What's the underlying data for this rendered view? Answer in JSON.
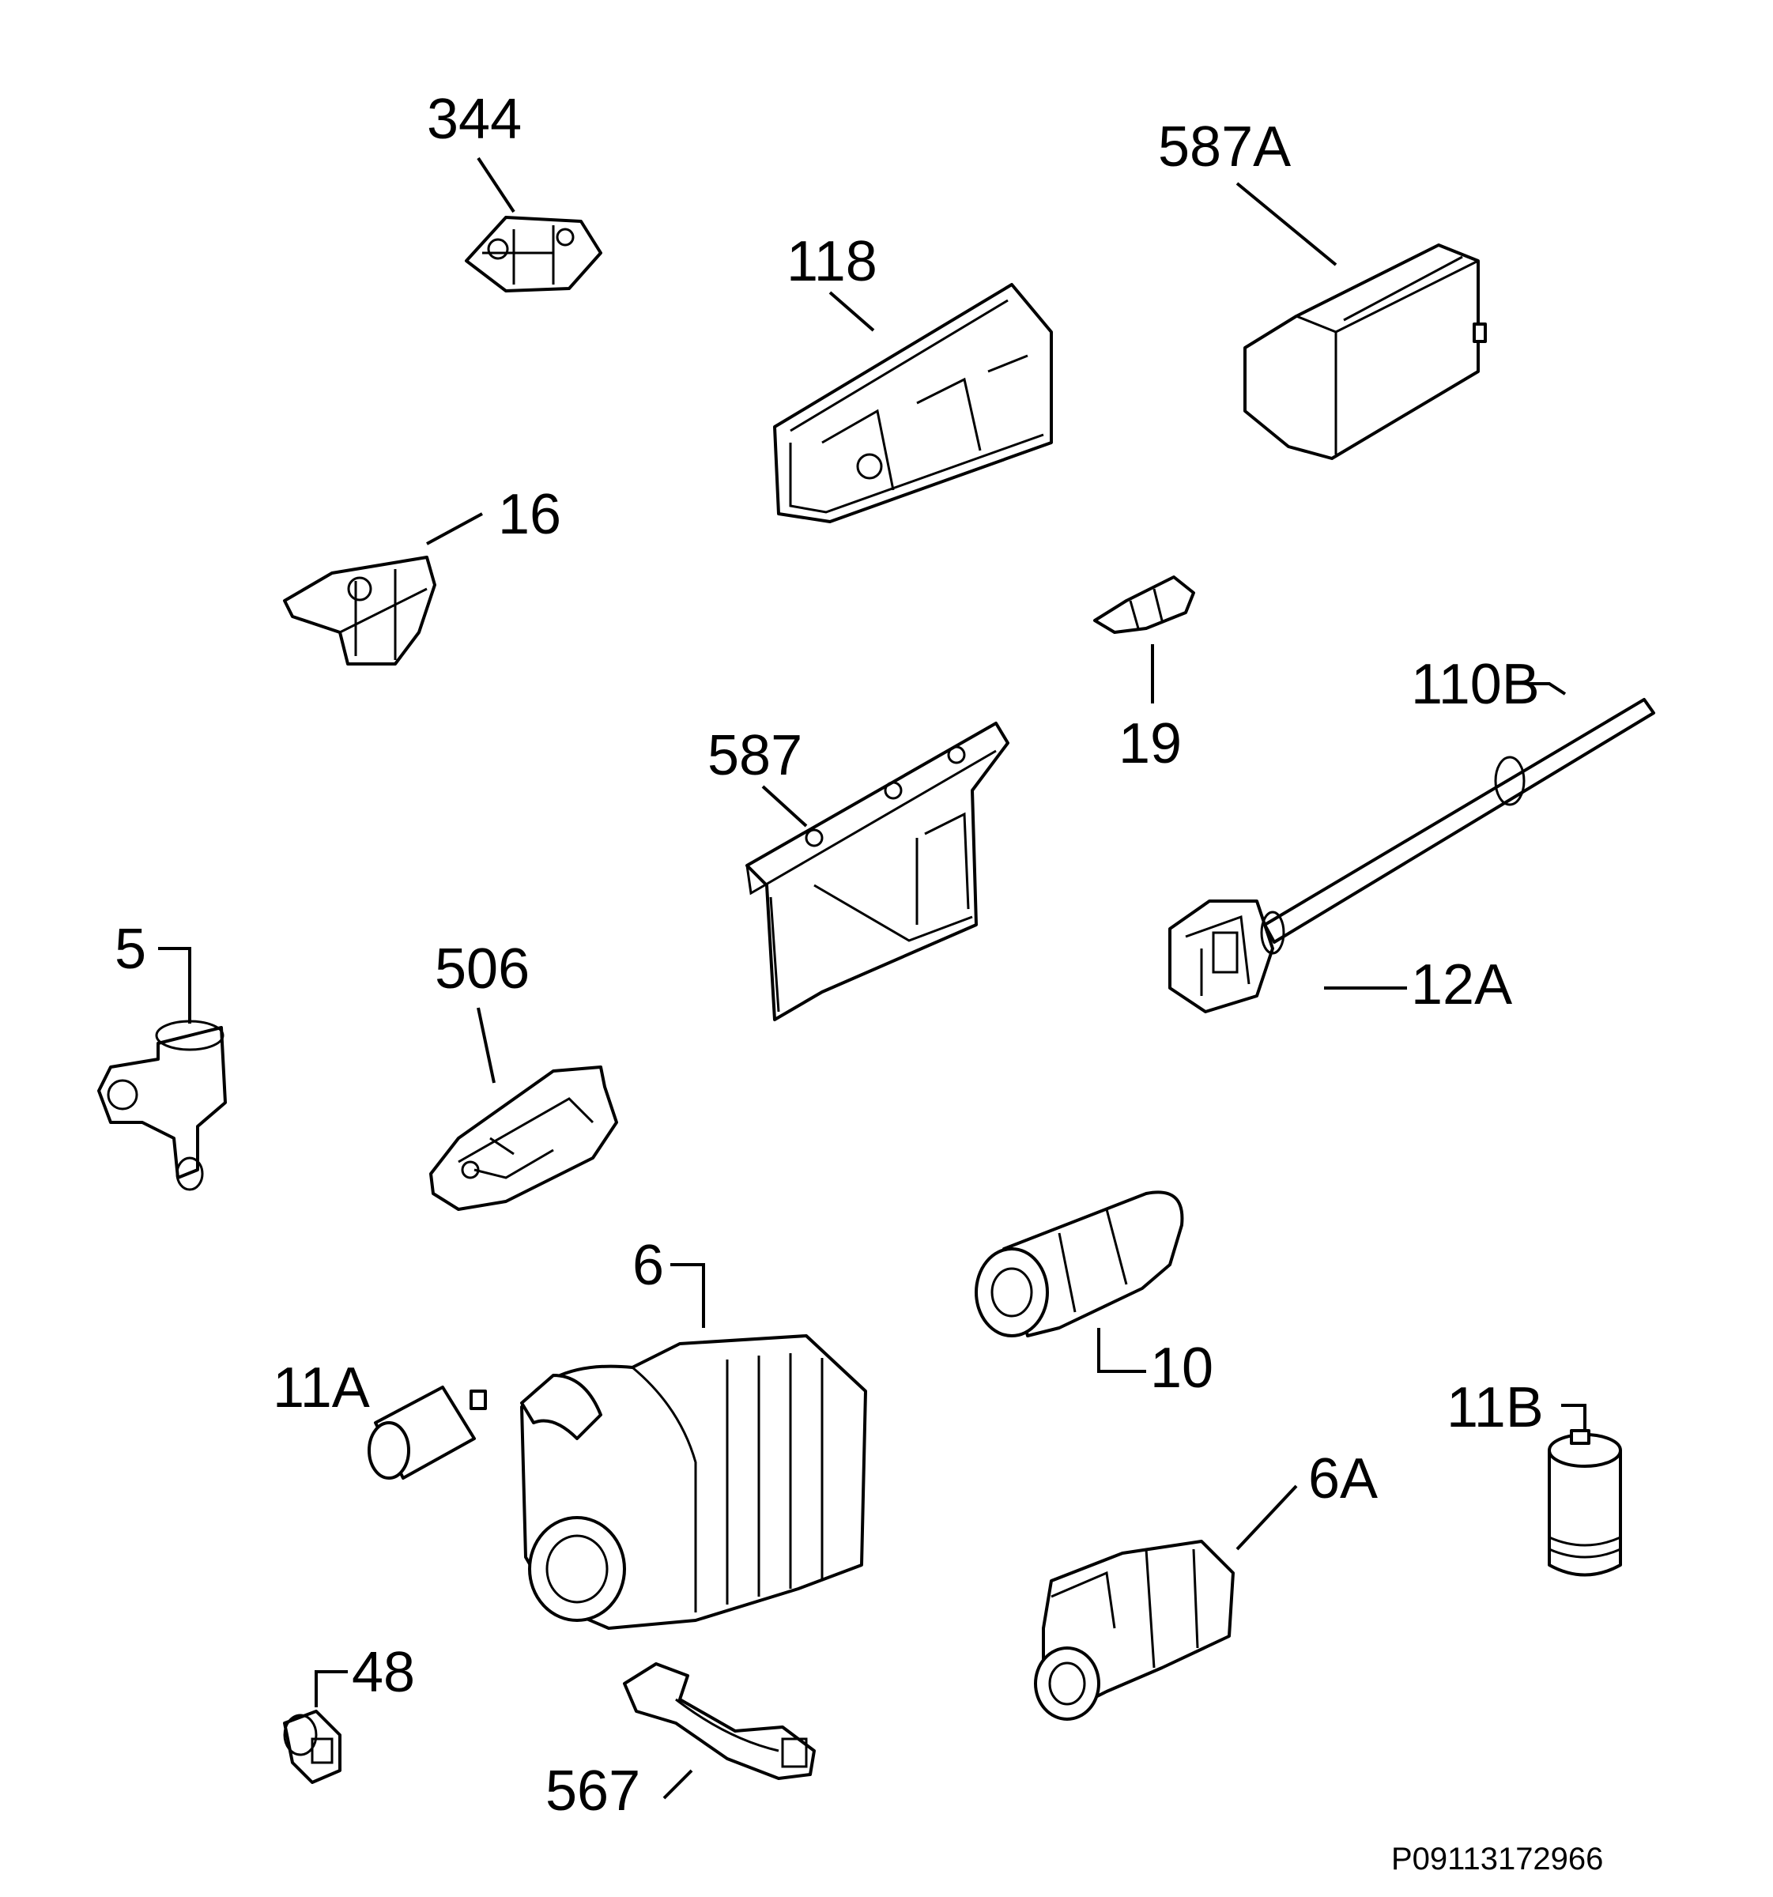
{
  "labels": {
    "l344": "344",
    "l587a": "587A",
    "l118": "118",
    "l16": "16",
    "l19": "19",
    "l110b": "110B",
    "l587": "587",
    "l5": "5",
    "l506": "506",
    "l12a": "12A",
    "l6": "6",
    "l10": "10",
    "l11a": "11A",
    "l11b": "11B",
    "l6a": "6A",
    "l48": "48",
    "l567": "567"
  },
  "drawing_code": "P09113172966"
}
